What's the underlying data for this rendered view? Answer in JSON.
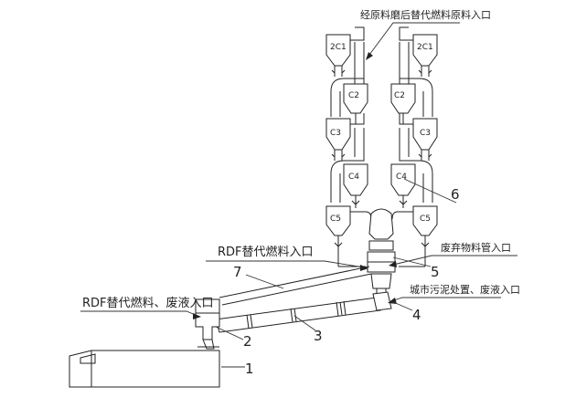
{
  "cyclones_left": [
    "2C1",
    "C2",
    "C3",
    "C4",
    "C5"
  ],
  "cyclones_right": [
    "2C1",
    "C2",
    "C3",
    "C4",
    "C5"
  ],
  "annotations": {
    "top_inlet": "经原料磨后替代燃料原料入口",
    "rdf_calciner_inlet": "RDF替代燃料入口",
    "waste_pipe_inlet": "废弃物料管入口",
    "rdf_kiln_inlet": "RDF替代燃料、废液入口",
    "sludge_inlet": "城市污泥处置、废液入口"
  },
  "callouts": [
    "1",
    "2",
    "3",
    "4",
    "5",
    "6",
    "7"
  ]
}
